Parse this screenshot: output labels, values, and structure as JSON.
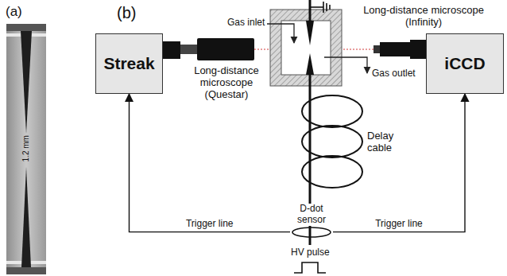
{
  "diagram": {
    "nodes": [
      {
        "text": [
          "Streak"
        ]
      },
      {
        "text": [
          "iCCD"
        ]
      },
      {
        "text": [
          "D-dot sensor"
        ]
      }
    ],
    "edges": [
      {
        "from": 2,
        "to": 0,
        "arrow": "to",
        "label": "Trigger line"
      },
      {
        "from": 2,
        "to": 1,
        "arrow": "to",
        "label": "Trigger line"
      }
    ],
    "labels": [
      "(a)",
      "1.2 mm",
      "(b)",
      "Gas inlet",
      "Long-distance microscope (Infinity)",
      "Long-distance microscope (Questar)",
      "Gas outlet",
      "Delay cable",
      "HV pulse"
    ]
  }
}
